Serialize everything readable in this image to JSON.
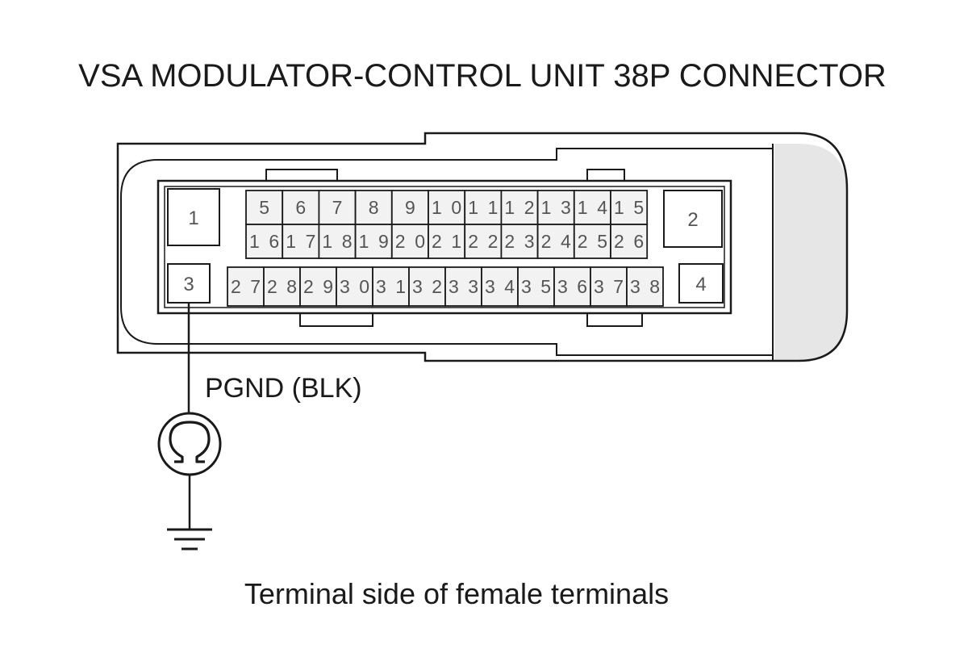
{
  "title": "VSA MODULATOR-CONTROL UNIT 38P CONNECTOR",
  "wire_label": "PGND (BLK)",
  "footer": "Terminal side of female terminals",
  "meter_icon": "ohm-symbol",
  "ground_icon": "ground-symbol",
  "pins": {
    "p1": "1",
    "p2": "2",
    "p3": "3",
    "p4": "4",
    "row1": [
      "5",
      "6",
      "7",
      "8",
      "9",
      "10",
      "11",
      "12",
      "13",
      "14",
      "15"
    ],
    "row2": [
      "16",
      "17",
      "18",
      "19",
      "20",
      "21",
      "22",
      "23",
      "24",
      "25",
      "26"
    ],
    "row3": [
      "27",
      "28",
      "29",
      "30",
      "31",
      "32",
      "33",
      "34",
      "35",
      "36",
      "37",
      "38"
    ]
  },
  "colors": {
    "line": "#1a1a1a",
    "pin_fill": "#f2f2f2",
    "body_shade": "#e6e6e6"
  }
}
